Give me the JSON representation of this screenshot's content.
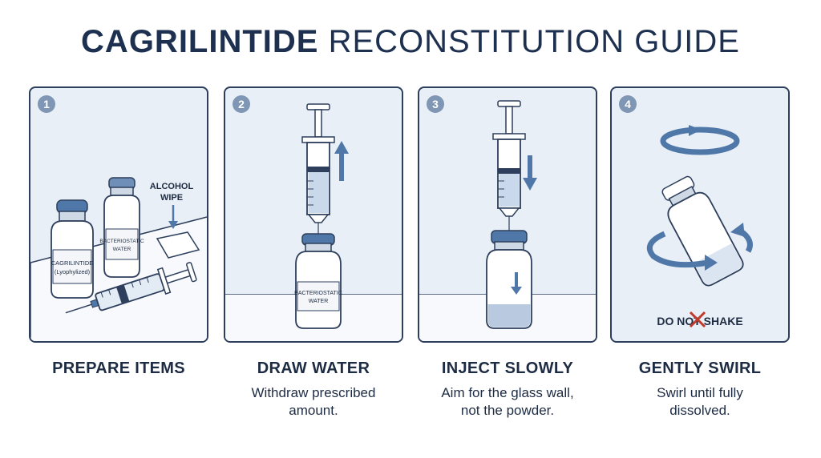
{
  "title": {
    "bold": "CAGRILINTIDE",
    "light": " RECONSTITUTION GUIDE"
  },
  "steps": [
    {
      "number": "1",
      "caption": "PREPARE ITEMS",
      "desc": [
        "",
        ""
      ],
      "labels": {
        "alcohol_line1": "ALCOHOL",
        "alcohol_line2": "WIPE",
        "water_line1": "BACTERIOSTATIC",
        "water_line2": "WATER",
        "drug_line1": "CAGRILINTIDE",
        "drug_line2": "(Lyophylized)"
      }
    },
    {
      "number": "2",
      "caption": "DRAW WATER",
      "desc": [
        "Withdraw prescribed",
        "amount."
      ],
      "labels": {
        "water_line1": "BACTERIOSTATIC",
        "water_line2": "WATER"
      }
    },
    {
      "number": "3",
      "caption": "INJECT SLOWLY",
      "desc": [
        "Aim for the glass wall,",
        "not the powder."
      ]
    },
    {
      "number": "4",
      "caption": "GENTLY SWIRL",
      "desc": [
        "Swirl until fully",
        "dissolved."
      ],
      "labels": {
        "warning": "DO NOT SHAKE"
      }
    }
  ],
  "colors": {
    "panel_bg": "#e9eff6",
    "outline": "#2d3f5c",
    "accent_blue": "#4f78a8",
    "badge": "#7f96b5",
    "warning_x": "#c0392b"
  }
}
